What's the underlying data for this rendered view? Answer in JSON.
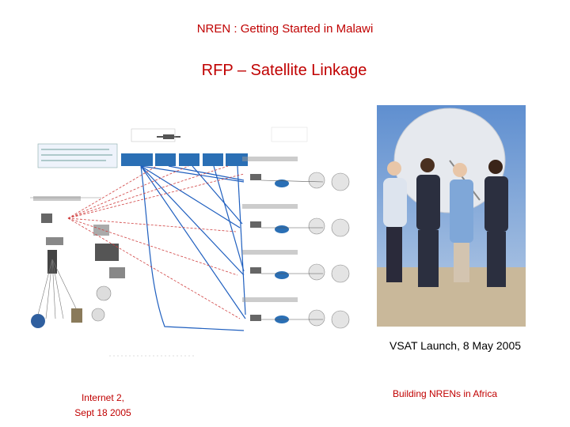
{
  "slide": {
    "header": "NREN : Getting Started in Malawi",
    "title": "RFP – Satellite Linkage",
    "caption": "VSAT Launch, 8 May 2005",
    "footer_left_line1": "Internet 2,",
    "footer_left_line2": "Sept 18 2005",
    "footer_right": "Building NRENs in Africa"
  },
  "colors": {
    "text_red": "#c00000",
    "link_blue": "#1f5fbf",
    "link_red": "#d04040",
    "box_blue": "#2a6fb5"
  }
}
